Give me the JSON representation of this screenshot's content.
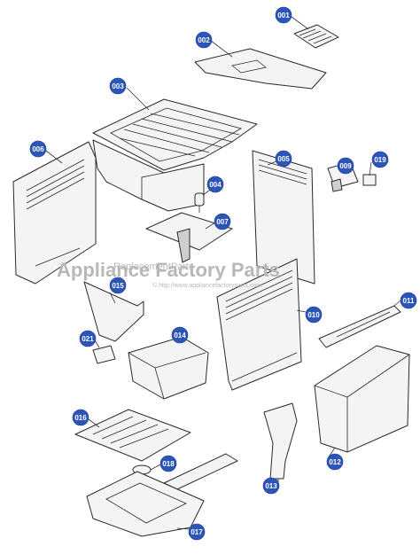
{
  "watermark": {
    "brand": "Appliance Factory Parts",
    "overlay": "ReplacementParts",
    "url": "© http://www.appliancefactoryparts.com"
  },
  "colors": {
    "badge": "#2b55b8",
    "line": "#2a2a2a",
    "part_fill": "#f4f4f4"
  },
  "labels": [
    {
      "id": "001"
    },
    {
      "id": "002"
    },
    {
      "id": "003"
    },
    {
      "id": "004"
    },
    {
      "id": "005"
    },
    {
      "id": "006"
    },
    {
      "id": "007"
    },
    {
      "id": "009"
    },
    {
      "id": "019"
    },
    {
      "id": "015"
    },
    {
      "id": "010"
    },
    {
      "id": "011"
    },
    {
      "id": "021"
    },
    {
      "id": "014"
    },
    {
      "id": "012"
    },
    {
      "id": "016"
    },
    {
      "id": "018"
    },
    {
      "id": "013"
    },
    {
      "id": "017"
    }
  ]
}
